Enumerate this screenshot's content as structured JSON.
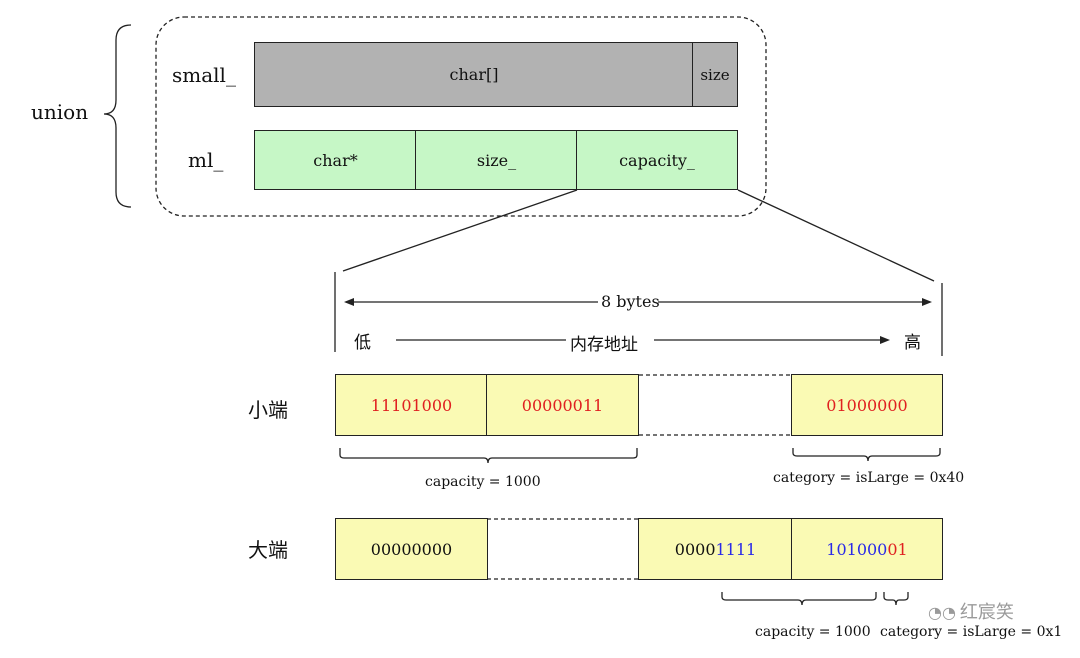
{
  "union_label": "union",
  "small": {
    "label": "small_",
    "char_array": "char[]",
    "size": "size"
  },
  "ml": {
    "label": "ml_",
    "char_ptr": "char*",
    "size": "size_",
    "capacity": "capacity_"
  },
  "bytes_label": "8 bytes",
  "addr": {
    "low": "低",
    "mid": "内存地址",
    "high": "高"
  },
  "little_endian": {
    "label": "小端",
    "byte0": "11101000",
    "byte1": "00000011",
    "byte7": "01000000",
    "capacity_note": "capacity = 1000",
    "category_note": "category = isLarge = 0x40"
  },
  "big_endian": {
    "label": "大端",
    "byte0": "00000000",
    "byte6_black": "0000",
    "byte6_blue": "1111",
    "byte7_blue": "101000",
    "byte7_red": "01",
    "capacity_note": "capacity = 1000",
    "category_note": "category = isLarge = 0x1"
  },
  "watermark": "红宸笑",
  "colors": {
    "gray": "#b2b2b2",
    "green": "#c6f7c6",
    "yellow": "#fafab4",
    "red": "#e02020",
    "blue": "#2a2ae8"
  }
}
